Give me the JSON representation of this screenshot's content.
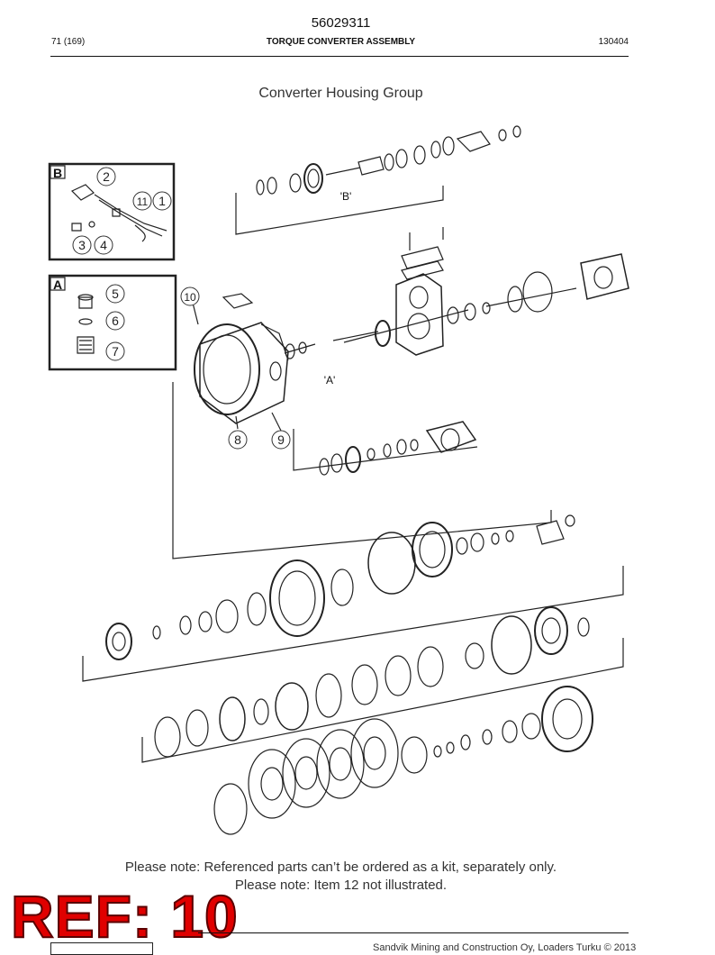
{
  "document": {
    "number": "56029311",
    "page": "71 (169)",
    "section": "TORQUE CONVERTER ASSEMBLY",
    "date_code": "130404"
  },
  "figure": {
    "title": "Converter Housing Group",
    "callouts": [
      "1",
      "2",
      "3",
      "4",
      "5",
      "6",
      "7",
      "8",
      "9",
      "10",
      "11"
    ],
    "detail_labels": [
      "A",
      "B"
    ],
    "view_labels": [
      "'A'",
      "'B'"
    ]
  },
  "notes": [
    "Please note: Referenced parts can’t be ordered as a kit, separately only.",
    "Please note: Item 12 not illustrated."
  ],
  "ref_tag": "REF: 10",
  "footer": "Sandvik Mining and Construction Oy, Loaders Turku © 2013"
}
